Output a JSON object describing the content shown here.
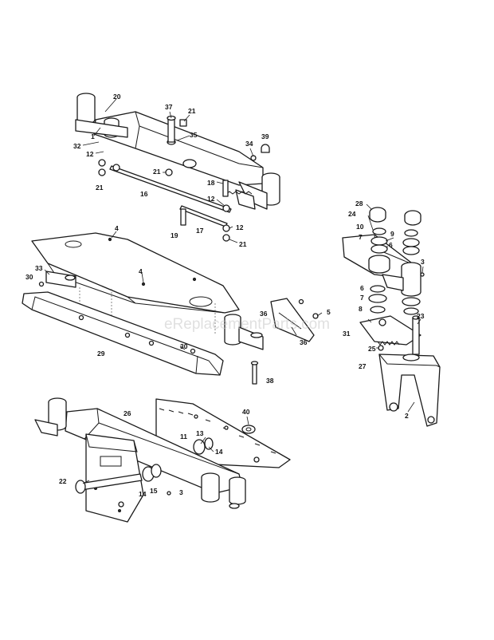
{
  "watermark": "eReplacementParts.com",
  "callouts": [
    {
      "id": "20"
    },
    {
      "id": "1"
    },
    {
      "id": "32"
    },
    {
      "id": "12"
    },
    {
      "id": "21"
    },
    {
      "id": "37"
    },
    {
      "id": "21"
    },
    {
      "id": "35"
    },
    {
      "id": "34"
    },
    {
      "id": "39"
    },
    {
      "id": "21"
    },
    {
      "id": "18"
    },
    {
      "id": "16"
    },
    {
      "id": "12"
    },
    {
      "id": "17"
    },
    {
      "id": "12"
    },
    {
      "id": "19"
    },
    {
      "id": "21"
    },
    {
      "id": "4"
    },
    {
      "id": "33"
    },
    {
      "id": "30"
    },
    {
      "id": "4"
    },
    {
      "id": "29"
    },
    {
      "id": "30"
    },
    {
      "id": "38"
    },
    {
      "id": "36"
    },
    {
      "id": "5"
    },
    {
      "id": "36"
    },
    {
      "id": "28"
    },
    {
      "id": "24"
    },
    {
      "id": "10"
    },
    {
      "id": "7"
    },
    {
      "id": "9"
    },
    {
      "id": "6"
    },
    {
      "id": "3"
    },
    {
      "id": "6"
    },
    {
      "id": "7"
    },
    {
      "id": "8"
    },
    {
      "id": "31"
    },
    {
      "id": "23"
    },
    {
      "id": "25"
    },
    {
      "id": "27"
    },
    {
      "id": "2"
    },
    {
      "id": "26"
    },
    {
      "id": "40"
    },
    {
      "id": "13"
    },
    {
      "id": "11"
    },
    {
      "id": "14"
    },
    {
      "id": "22"
    },
    {
      "id": "14"
    },
    {
      "id": "15"
    },
    {
      "id": "3"
    }
  ]
}
